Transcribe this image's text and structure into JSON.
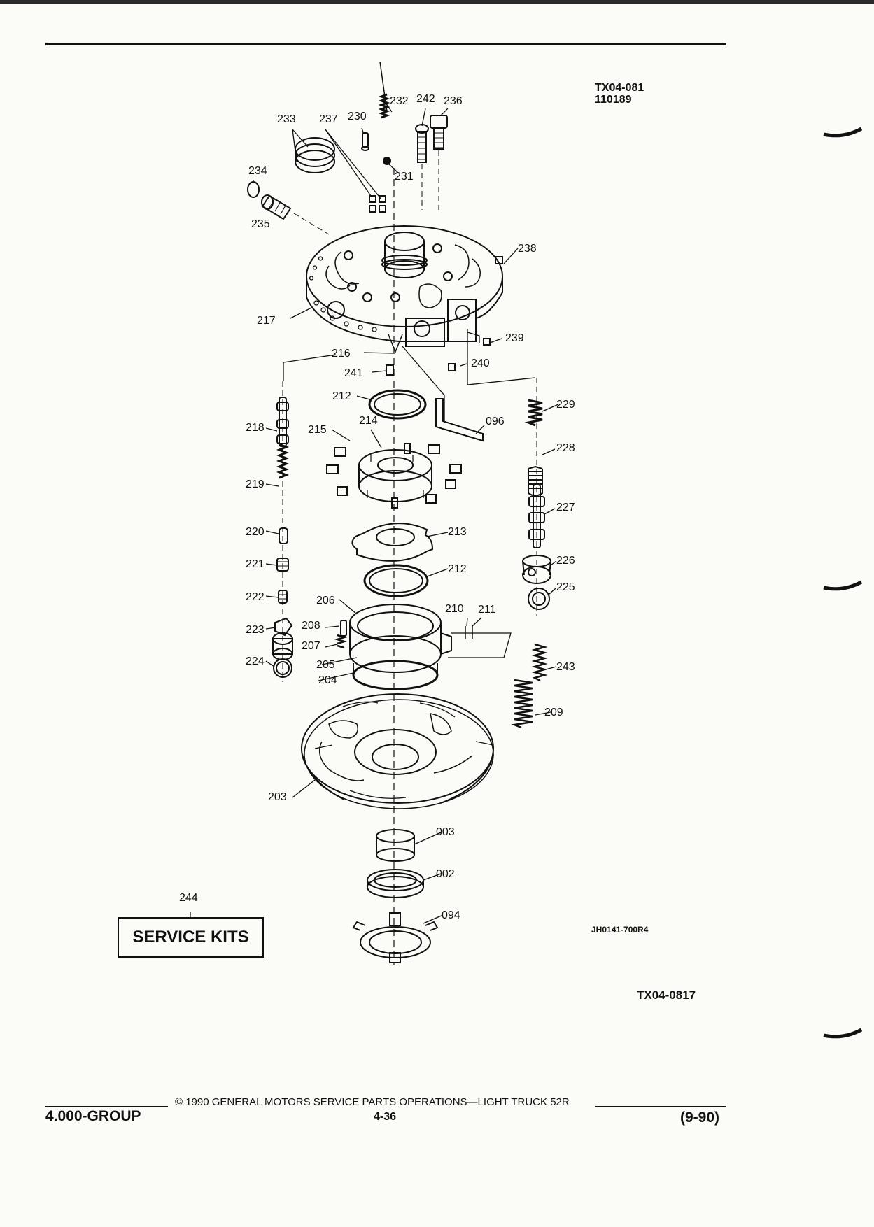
{
  "header": {
    "ref_line1": "TX04-081",
    "ref_line2": "110189"
  },
  "diagram": {
    "callouts": {
      "c230": "230",
      "c231": "231",
      "c232": "232",
      "c233": "233",
      "c234": "234",
      "c235": "235",
      "c236": "236",
      "c237": "237",
      "c238": "238",
      "c239": "239",
      "c240": "240",
      "c241": "241",
      "c242": "242",
      "c243": "243",
      "c244": "244",
      "c216": "216",
      "c217": "217",
      "c212a": "212",
      "c212b": "212",
      "c213": "213",
      "c214": "214",
      "c215": "215",
      "c096": "096",
      "c218": "218",
      "c219": "219",
      "c220": "220",
      "c221": "221",
      "c222": "222",
      "c223": "223",
      "c224": "224",
      "c225": "225",
      "c226": "226",
      "c227": "227",
      "c228": "228",
      "c229": "229",
      "c203": "203",
      "c204": "204",
      "c205": "205",
      "c206": "206",
      "c207": "207",
      "c208": "208",
      "c209": "209",
      "c210": "210",
      "c211": "211",
      "c003": "003",
      "c002": "002",
      "c094": "094"
    },
    "service_kits_label": "SERVICE KITS",
    "illustration_ref": "JH0141-700R4",
    "figure_ref": "TX04-0817"
  },
  "footer": {
    "group": "4.000-GROUP",
    "copyright": "© 1990 GENERAL MOTORS SERVICE PARTS OPERATIONS—LIGHT TRUCK 52R",
    "page": "4-36",
    "date": "(9-90)"
  }
}
